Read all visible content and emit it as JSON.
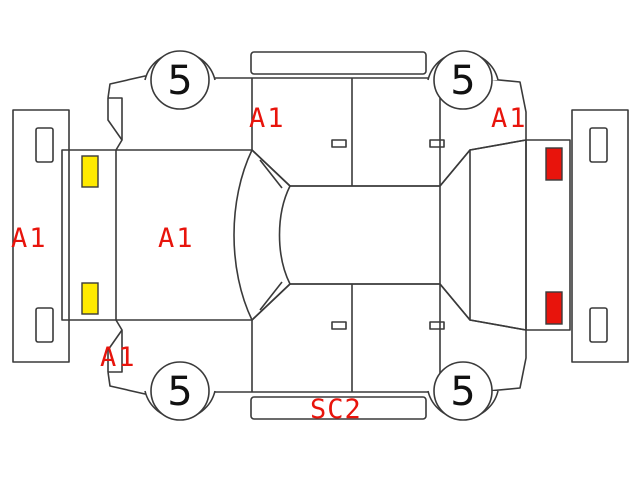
{
  "tire_numbers": {
    "front_left": "5",
    "front_right": "5",
    "rear_left": "5",
    "rear_right": "5"
  },
  "damage_marks": {
    "front_bumper": "A1",
    "hood": "A1",
    "front_fender_left": "A1",
    "front_door_right": "A1",
    "rear_fender_right": "A1",
    "rocker_left": "SC2"
  },
  "colors": {
    "line": "#3a3a3a",
    "mark_text": "#e8140c",
    "headlight_fill": "#ffea00",
    "taillight_fill": "#e8140c"
  }
}
